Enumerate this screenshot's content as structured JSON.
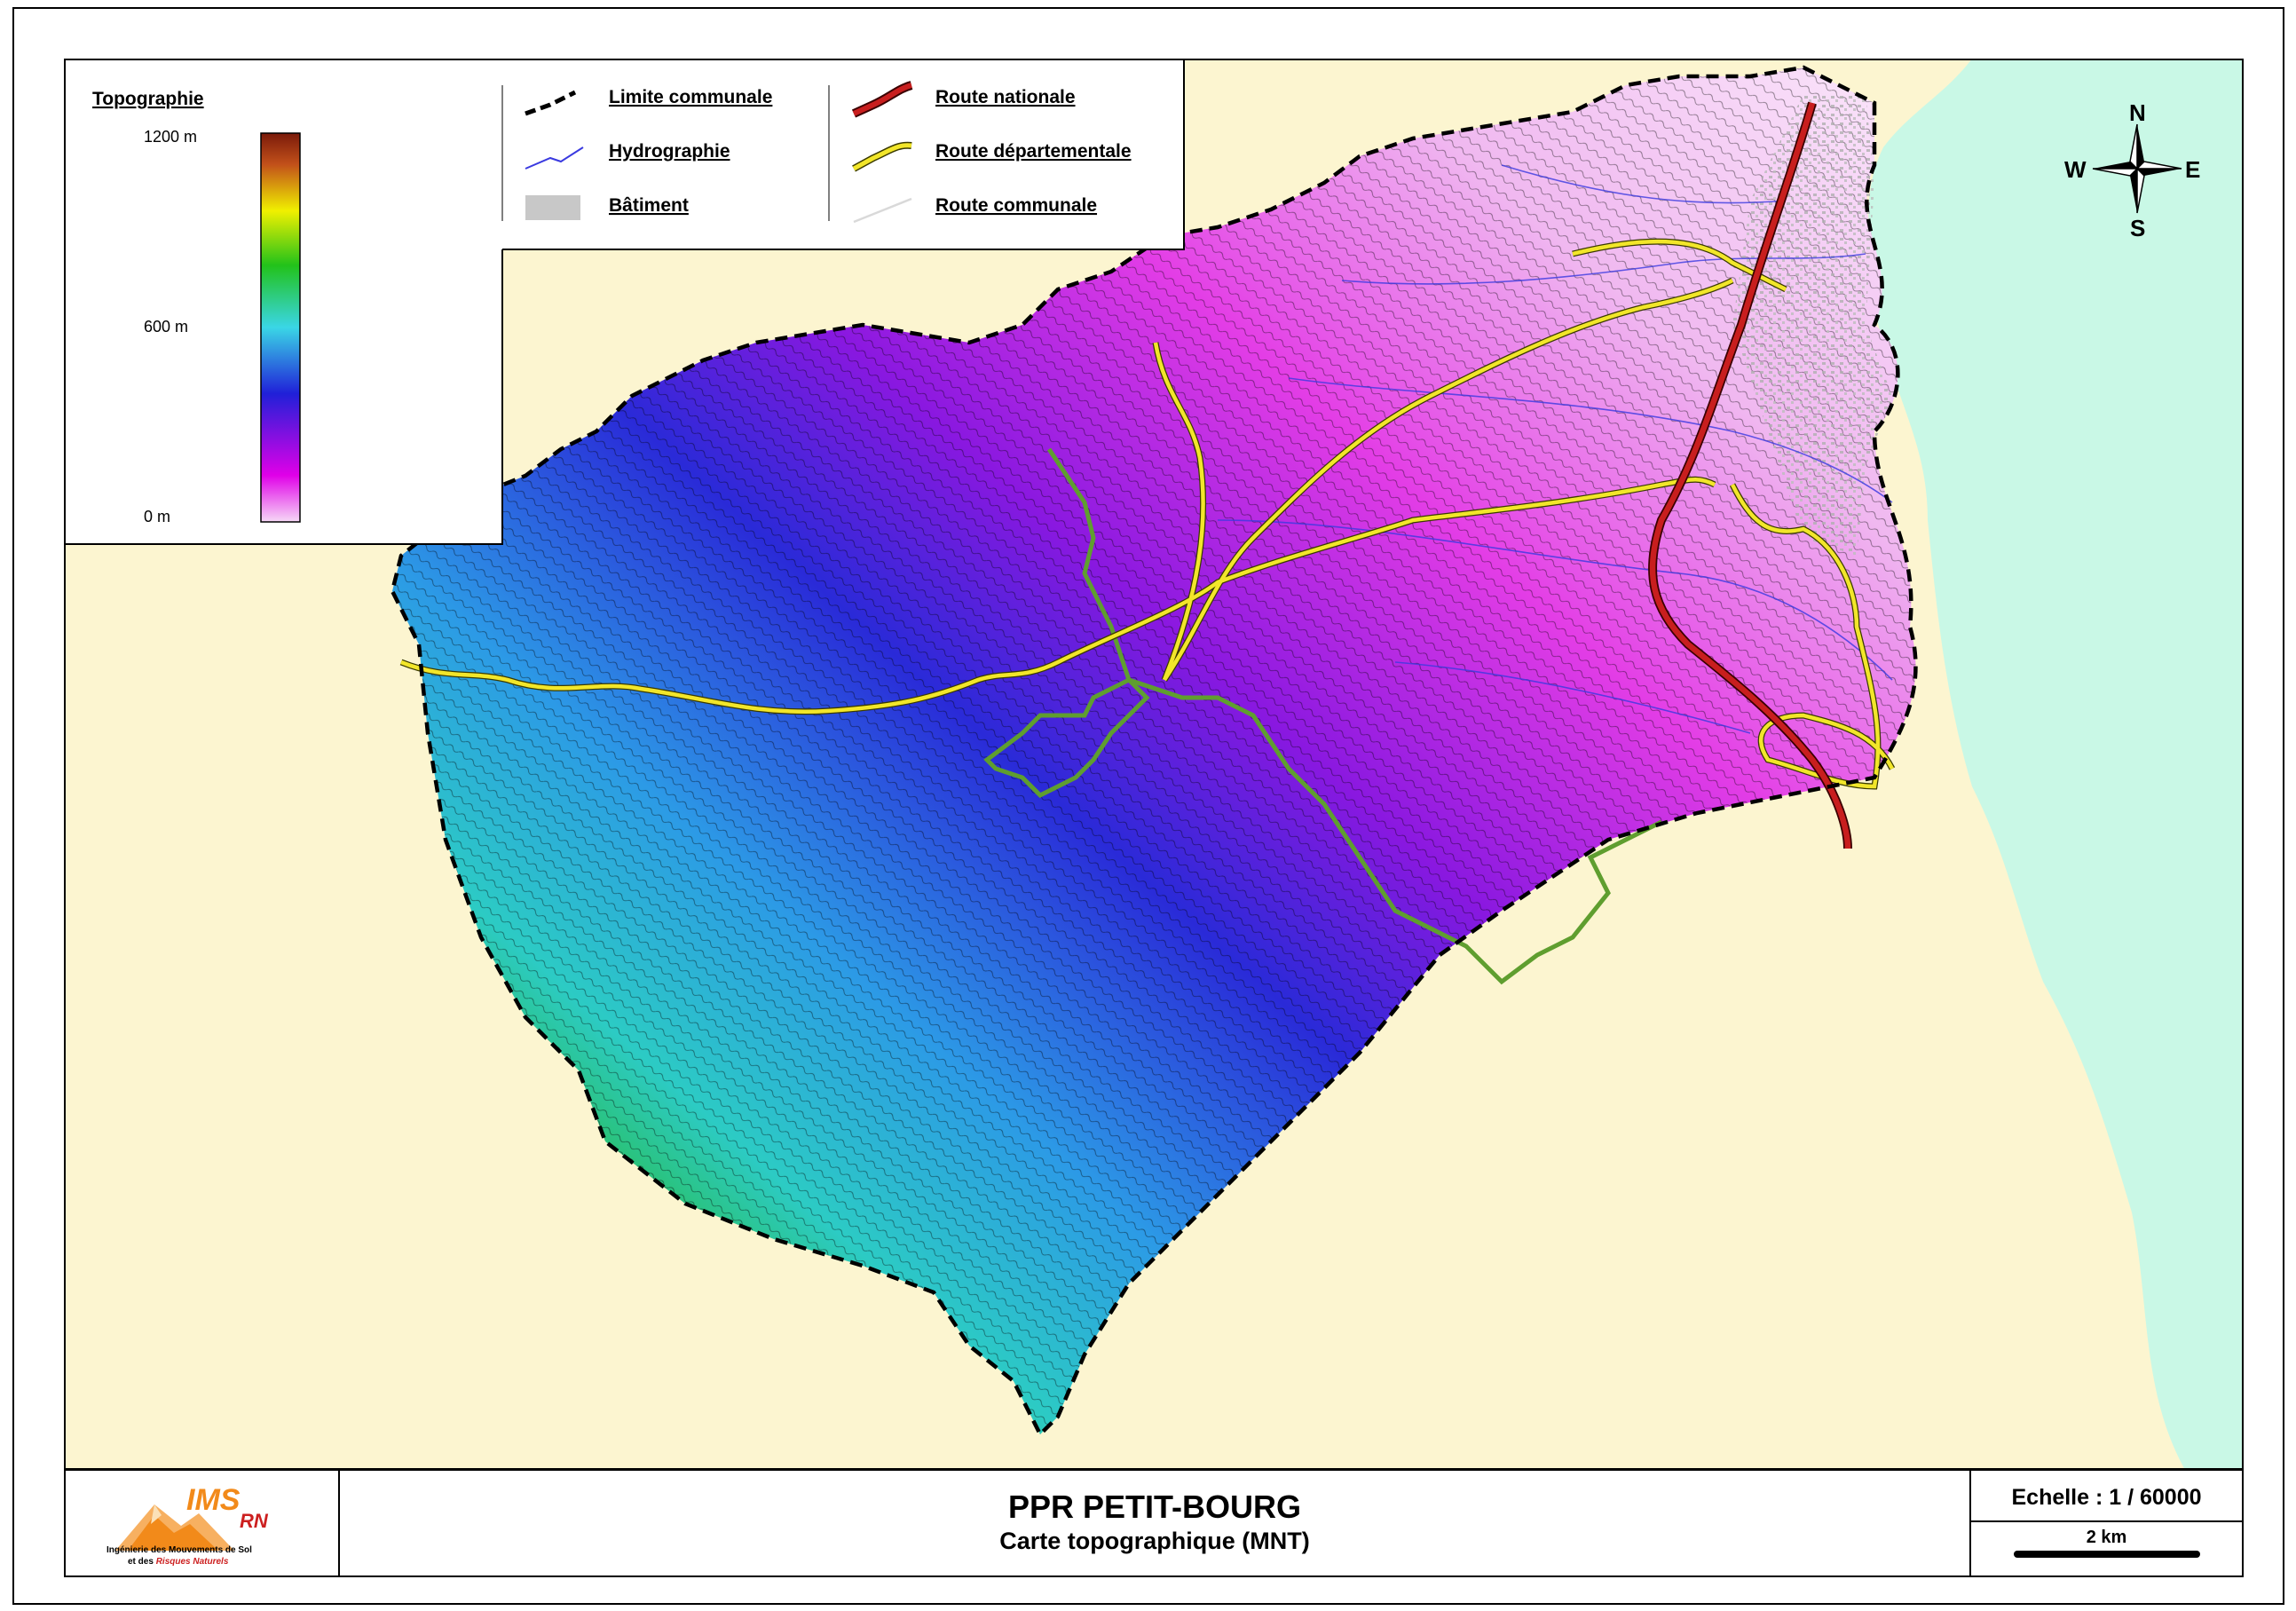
{
  "legend": {
    "topo_title": "Topographie",
    "elev_max": "1200 m",
    "elev_mid": "600 m",
    "elev_min": "0 m",
    "items": [
      {
        "label": "Limite communale"
      },
      {
        "label": "Hydrographie"
      },
      {
        "label": "Bâtiment"
      },
      {
        "label": "Route nationale"
      },
      {
        "label": "Route départementale"
      },
      {
        "label": "Route communale"
      }
    ]
  },
  "compass": {
    "n": "N",
    "s": "S",
    "e": "E",
    "w": "W"
  },
  "title_block": {
    "title": "PPR PETIT-BOURG",
    "subtitle": "Carte topographique (MNT)",
    "scale_label": "Echelle : 1 / 60000",
    "scale_bar_label": "2 km",
    "logo_ims": "IMS",
    "logo_rn": "RN",
    "logo_line1": "Ingénierie des Mouvements de Sol",
    "logo_line2_a": "et des ",
    "logo_line2_b": "Risques Naturels"
  },
  "colors": {
    "land_background": "#fcf5d0",
    "sea": "#c9f8e6",
    "commune_boundary": "#000000",
    "hydrography": "#3a3ae0",
    "building": "#c8c8c8",
    "route_nationale": "#c81e1e",
    "route_departementale": "#f2e62a",
    "route_communale": "#d9d9d9",
    "inner_boundary": "#5f9e2f",
    "elevation_ramp": [
      "#f2c8f2",
      "#e000e8",
      "#2020d8",
      "#3ad6e6",
      "#22c21a",
      "#f0f000",
      "#c2501a",
      "#7a1a0a"
    ]
  }
}
